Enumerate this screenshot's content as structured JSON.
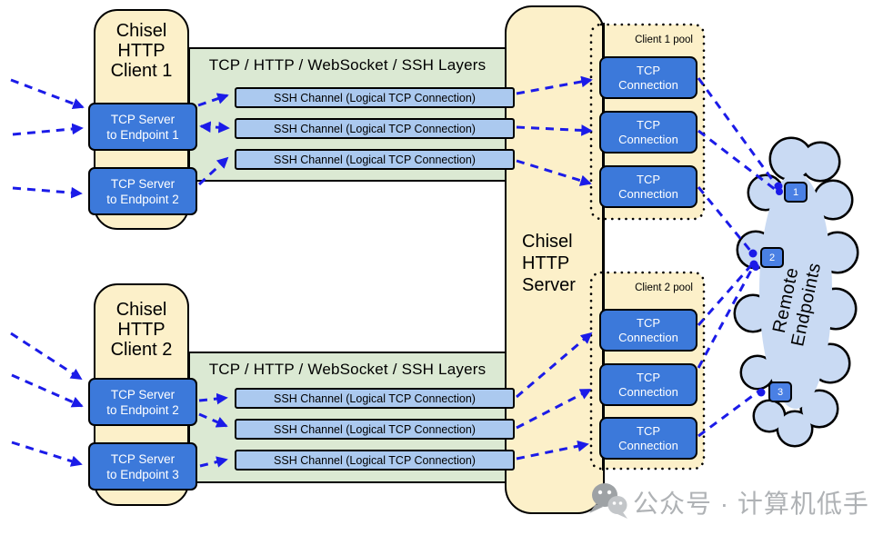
{
  "client1": {
    "title_lines": [
      "Chisel",
      "HTTP",
      "Client 1"
    ],
    "servers": [
      {
        "line1": "TCP Server",
        "line2": "to Endpoint 1"
      },
      {
        "line1": "TCP Server",
        "line2": "to Endpoint 2"
      }
    ]
  },
  "client2": {
    "title_lines": [
      "Chisel",
      "HTTP",
      "Client 2"
    ],
    "servers": [
      {
        "line1": "TCP Server",
        "line2": "to Endpoint 2"
      },
      {
        "line1": "TCP Server",
        "line2": "to Endpoint 3"
      }
    ]
  },
  "layers_band1": {
    "title": "TCP / HTTP / WebSocket / SSH Layers",
    "channels": [
      "SSH Channel (Logical TCP Connection)",
      "SSH Channel (Logical TCP Connection)",
      "SSH Channel (Logical TCP Connection)"
    ]
  },
  "layers_band2": {
    "title": "TCP / HTTP / WebSocket / SSH Layers",
    "channels": [
      "SSH Channel (Logical TCP Connection)",
      "SSH Channel (Logical TCP Connection)",
      "SSH Channel (Logical TCP Connection)"
    ]
  },
  "server": {
    "title_lines": [
      "Chisel",
      "HTTP",
      "Server"
    ]
  },
  "pool1": {
    "label": "Client 1 pool",
    "connections": [
      {
        "line1": "TCP",
        "line2": "Connection"
      },
      {
        "line1": "TCP",
        "line2": "Connection"
      },
      {
        "line1": "TCP",
        "line2": "Connection"
      }
    ]
  },
  "pool2": {
    "label": "Client 2 pool",
    "connections": [
      {
        "line1": "TCP",
        "line2": "Connection"
      },
      {
        "line1": "TCP",
        "line2": "Connection"
      },
      {
        "line1": "TCP",
        "line2": "Connection"
      }
    ]
  },
  "cloud": {
    "label": "Remote Endpoints",
    "endpoints": [
      "1",
      "2",
      "3"
    ]
  },
  "watermark": {
    "text": "公众号 · 计算机低手"
  },
  "colors": {
    "column_cream": "#fcf0c9",
    "layer_green": "#dbe9d3",
    "channel_blue": "#abc9ef",
    "box_blue": "#3c79da",
    "endpoint_blue": "#4a80e4",
    "cloud_blue": "#c9daf3",
    "arrow_blue": "#1b1be8",
    "outline_black": "#000000",
    "watermark_gray": "#afb2b5"
  }
}
